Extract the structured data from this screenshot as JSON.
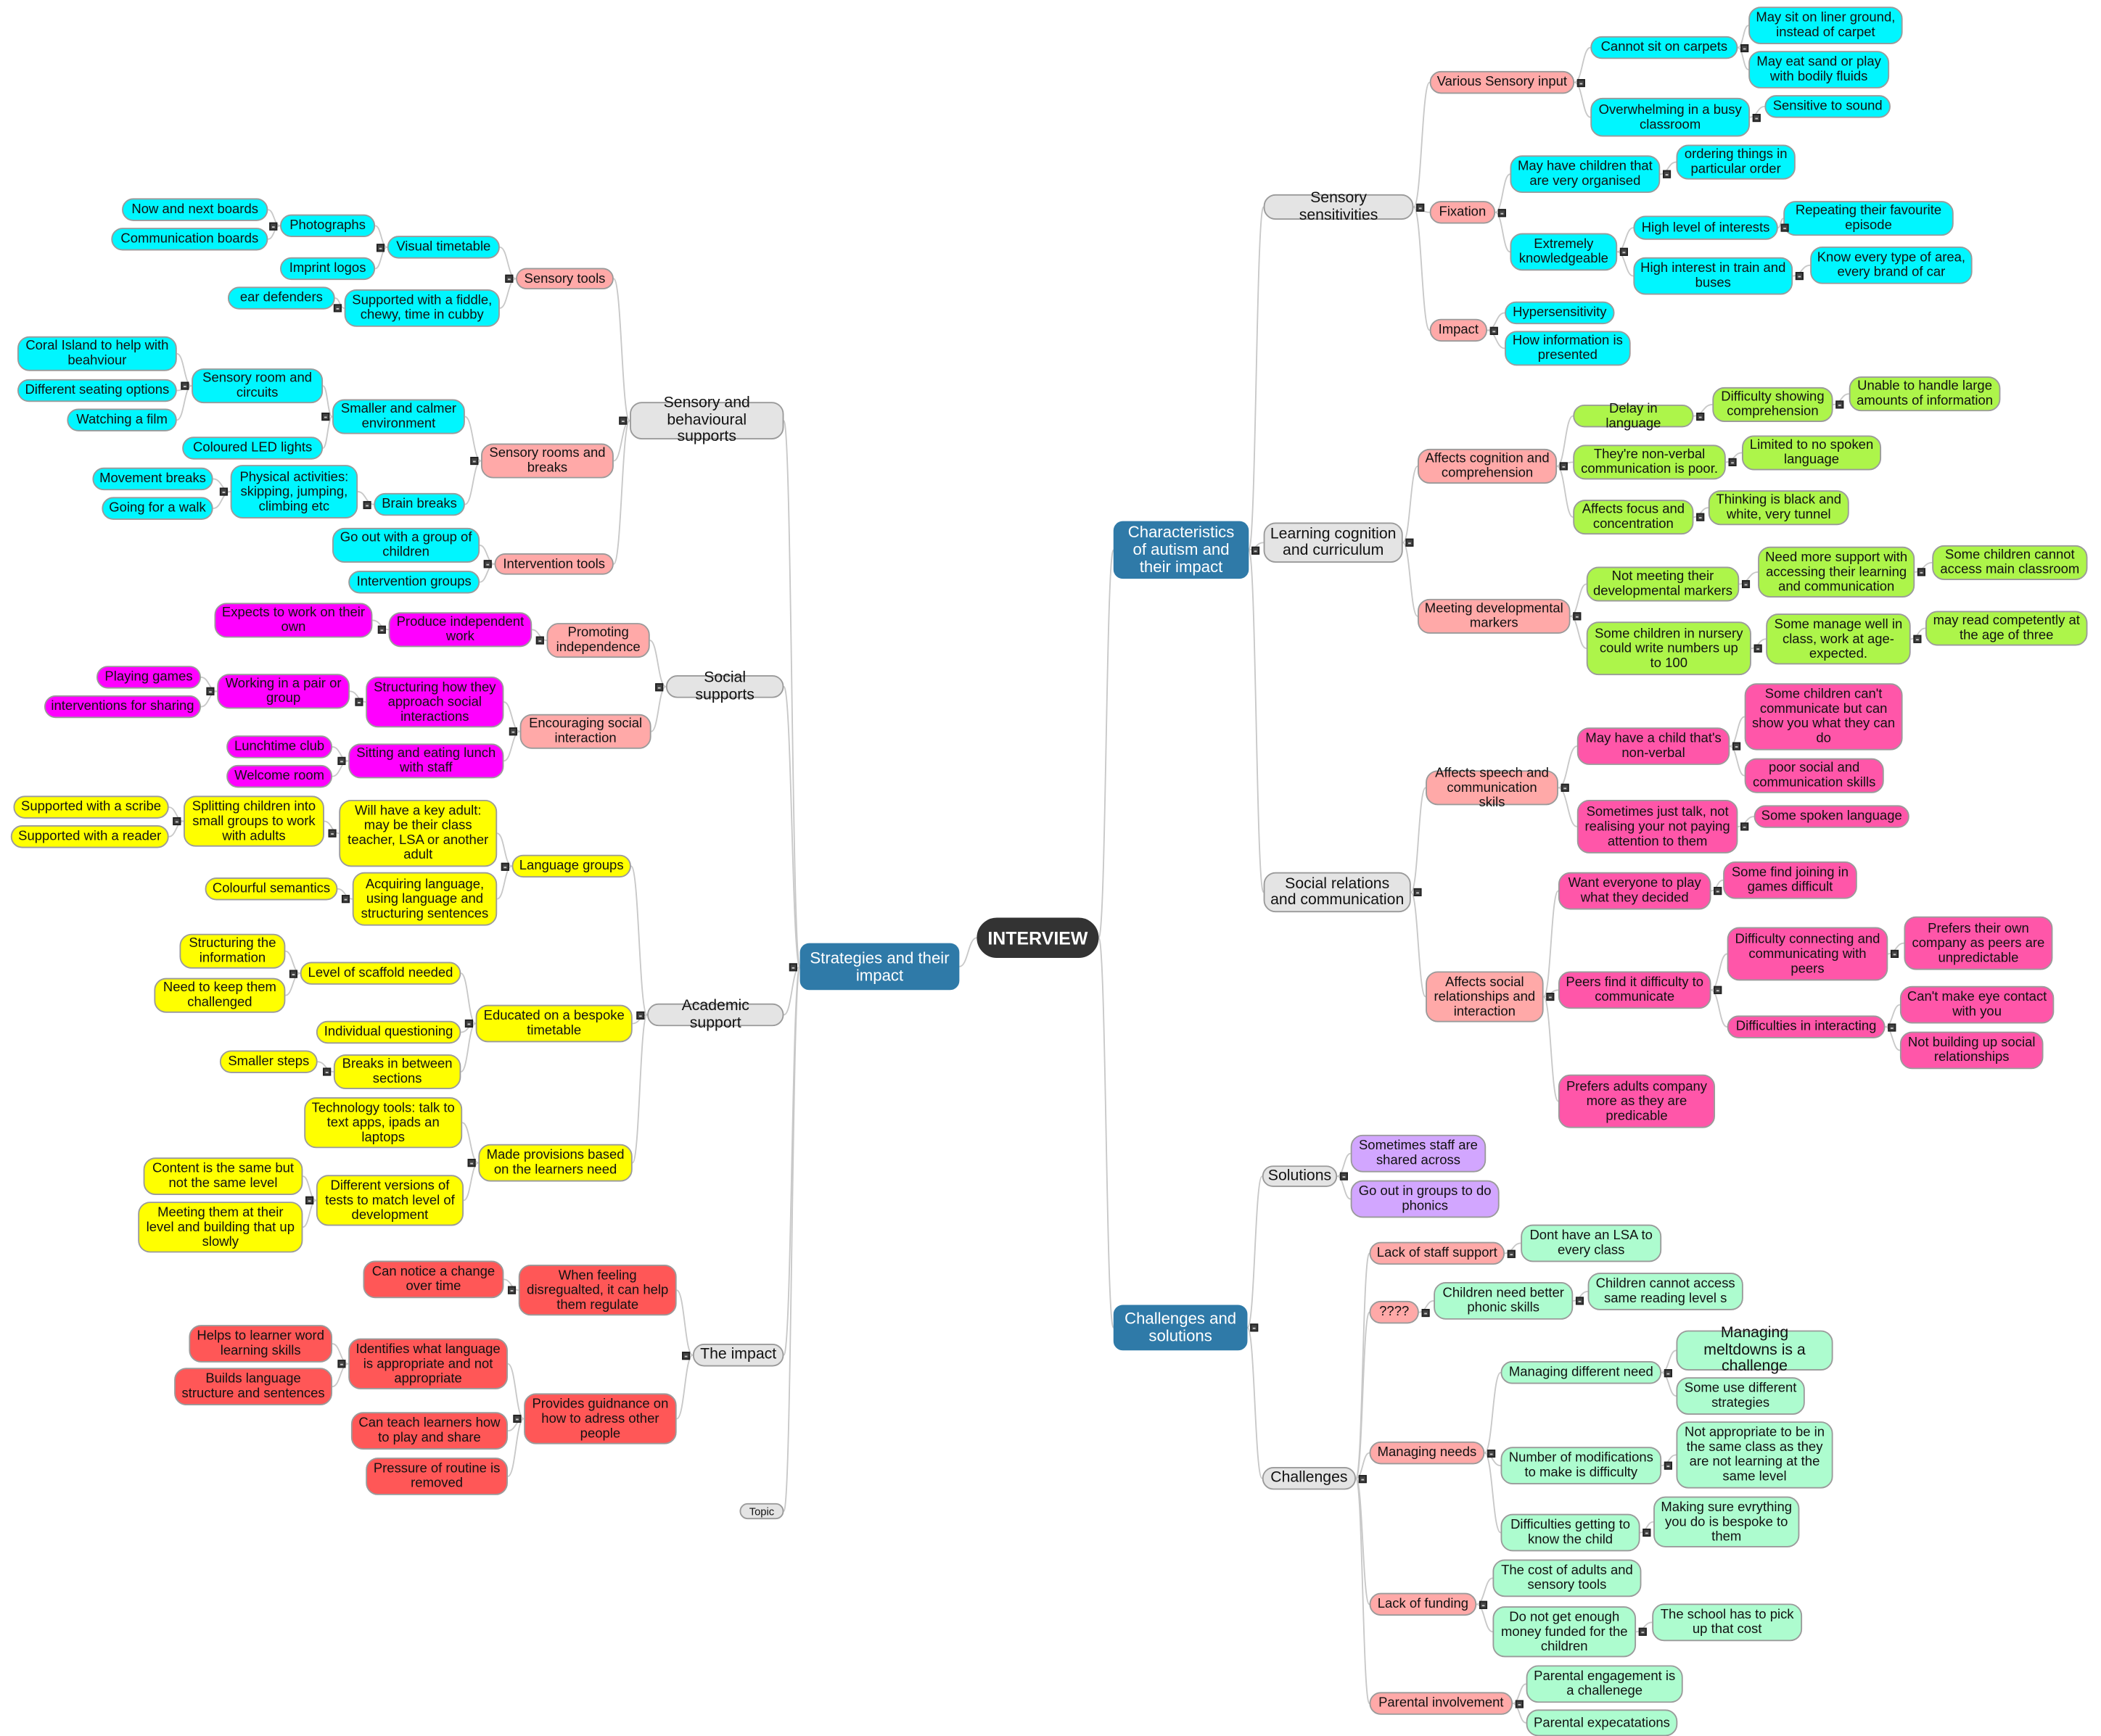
{
  "palette": {
    "cyan": "#00f6ff",
    "salmon": "#ffa9a8",
    "grey": "#e4e4e4",
    "magenta": "#ff00ff",
    "yellow": "#ffff00",
    "green": "#adf54a",
    "hotpink": "#ff56a9",
    "purple": "#d2a6ff",
    "mint": "#adfccf",
    "red": "#ff5757",
    "blue": "#2f7aa8",
    "root": "#333333",
    "connector": "#c8c8c8"
  },
  "nodes": [
    "INTERVIEW",
    "Characteristics of autism and their impact",
    "Challenges and solutions",
    "Strategies and their impact",
    "Sensory sensitivities",
    "Learning cognition and curriculum",
    "Social relations and communication",
    "Various Sensory input",
    "Fixation",
    "Impact",
    "Cannot sit on carpets",
    "Overwhelming in a busy classroom",
    "May sit on liner ground, instead of carpet",
    "May eat sand or play with bodily fluids",
    "Sensitive to sound",
    "May have children that are very organised",
    "Extremely knowledgeable",
    "ordering things in particular order",
    "High level of interests",
    "High interest in train and buses",
    "Repeating their favourite episode",
    "Know every type of area, every brand of car",
    "Hypersensitivity",
    "How information is presented",
    "Affects cognition and comprehension",
    "Meeting developmental markers",
    "Delay in language",
    "They're non-verbal communication is poor.",
    "Affects focus and concentration",
    "Difficulty showing comprehension",
    "Unable to handle large amounts of information",
    "Limited to no spoken language",
    "Thinking is black and white, very tunnel",
    "Not meeting their developmental markers",
    "Some children in nursery could write numbers up to 100",
    "Need more support with accessing their learning and communication",
    "Some children cannot access main classroom",
    "Some manage well in class, work at age-expected.",
    "may read competently at the age of three",
    "Affects speech and communication skils",
    "Affects social relationships and interaction",
    "May have a child that's non-verbal",
    "Sometimes just talk, not realising your not paying attention to them",
    "Some children can't communicate but can show you what they can do",
    "poor social and communication skills",
    "Some spoken language",
    "Want everyone to play what they decided",
    "Peers find it difficulty to communicate",
    "Prefers adults company more as they are predicable",
    "Some find joining in games difficult",
    "Difficulty connecting and communicating with peers",
    "Difficulties in interacting",
    "Prefers their own company as peers are unpredictable",
    "Can't make eye contact with you",
    "Not building up social relationships",
    "Solutions",
    "Challenges",
    "Sometimes staff are shared across",
    "Go out in groups to do phonics",
    "Lack of staff support",
    "????",
    "Managing needs",
    "Lack of funding",
    "Parental involvement",
    "Dont have an LSA to every class",
    "Children need better phonic skills",
    "Children cannot access same reading level s",
    "Managing different need",
    "Number of modifications to make is difficulty",
    "Difficulties getting to know the child",
    "Managing meltdowns is a challenge",
    "Some use different strategies",
    "Not appropriate to be in the same class as they are not learning at the same level",
    "Making sure evrything you do is bespoke to them",
    "The cost of adults and sensory tools",
    "Do not get enough money funded for the children",
    "The school has to pick up that cost",
    "Parental engagement is a challenege",
    "Parental expecatations",
    "Sensory and behavioural supports",
    "Social supports",
    "Academic support",
    "The impact",
    "Topic",
    "Sensory tools",
    "Sensory rooms and breaks",
    "Intervention tools",
    "Visual timetable",
    "Supported with a fiddle, chewy, time in cubby",
    "Photographs",
    "Imprint logos",
    "Now and next boards",
    "Communication boards",
    "ear defenders",
    "Smaller and calmer environment",
    "Brain breaks",
    "Sensory room and circuits",
    "Coloured LED lights",
    "Coral Island to help with beahviour",
    "Different seating options",
    "Watching a film",
    "Physical activities: skipping, jumping, climbing etc",
    "Movement breaks",
    "Going for a walk",
    "Go out with a group of children",
    "Intervention groups",
    "Promoting independence",
    "Encouraging social interaction",
    "Produce independent work",
    "Expects to work on their own",
    "Structuring how they approach social interactions",
    "Sitting and eating lunch with staff",
    "Working in a pair or group",
    "Playing games",
    "interventions for sharing",
    "Lunchtime club",
    "Welcome room",
    "Language groups",
    "Educated on a bespoke timetable",
    "Made provisions based on the learners need",
    "Will have a key adult: may be their class teacher, LSA or another adult",
    "Acquiring language, using language and structuring sentences",
    "Splitting children into small groups to work with adults",
    "Supported with a scribe",
    "Supported with a reader",
    "Colourful semantics",
    "Level of scaffold needed",
    "Individual questioning",
    "Breaks in between sections",
    "Structuring the information",
    "Need to keep them challenged",
    "Smaller steps",
    "Technology tools: talk to text apps, ipads an laptops",
    "Different versions of tests to match level of development",
    "Content is the same but not the same level",
    "Meeting them at their level and building that up slowly",
    "When feeling disregualted, it can help them regulate",
    "Provides guidnance on how to adress other people",
    "Can notice a change over time",
    "Identifies what language is appropriate and not appropriate",
    "Can teach learners how to play and share",
    "Pressure of routine is removed",
    "Helps to learner word learning skills",
    "Builds language structure and sentences"
  ]
}
